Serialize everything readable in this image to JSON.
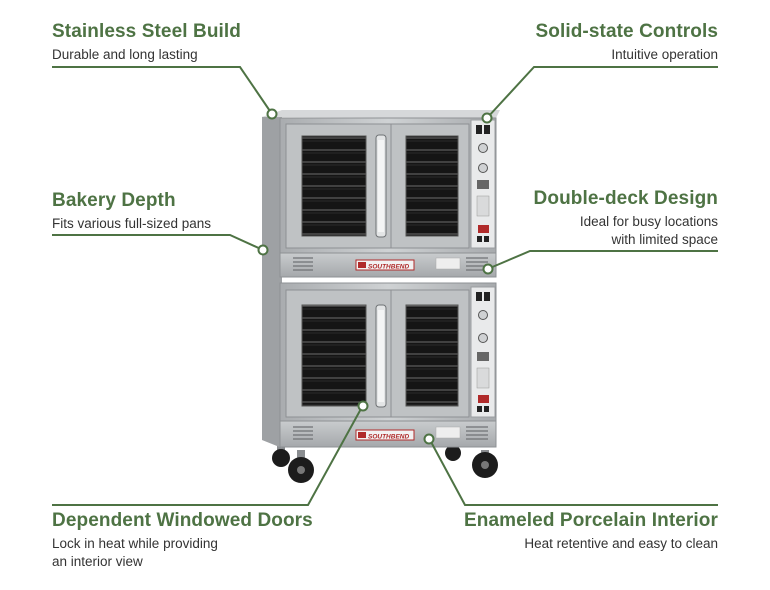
{
  "callouts": {
    "stainless": {
      "title": "Stainless Steel Build",
      "desc": "Durable and long lasting"
    },
    "controls": {
      "title": "Solid-state Controls",
      "desc": "Intuitive operation"
    },
    "bakery": {
      "title": "Bakery Depth",
      "desc": "Fits various full-sized pans"
    },
    "double_deck": {
      "title": "Double-deck Design",
      "desc_line1": "Ideal for busy locations",
      "desc_line2": "with limited space"
    },
    "doors": {
      "title": "Dependent Windowed Doors",
      "desc_line1": "Lock in heat while providing",
      "desc_line2": "an interior view"
    },
    "interior": {
      "title": "Enameled Porcelain Interior",
      "desc": "Heat retentive and easy to clean"
    }
  },
  "brand": {
    "logo_text": "SOUTHBEND"
  },
  "colors": {
    "accent": "#4e7344",
    "steel": "#b9bcbe",
    "window": "#1a1a1a"
  }
}
